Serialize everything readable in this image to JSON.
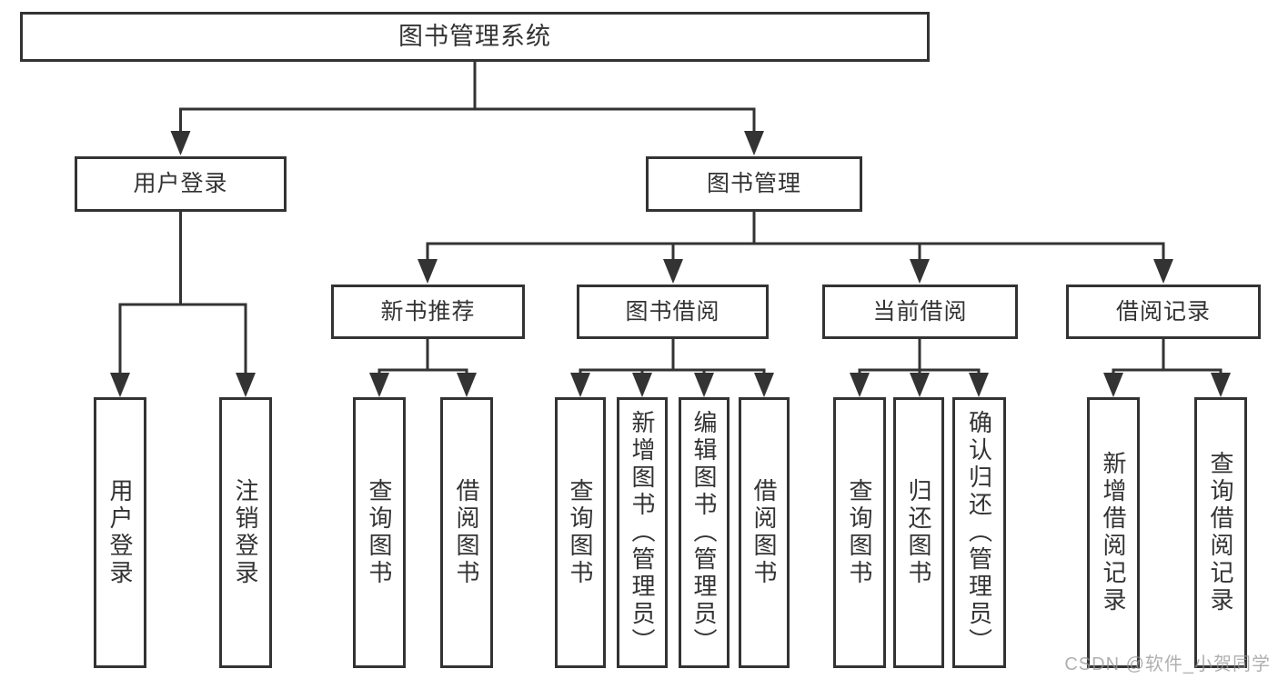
{
  "colors": {
    "line": "#333333",
    "text": "#333333",
    "box_background": "#ffffff",
    "watermark": "#b9b9b9"
  },
  "watermark": "CSDN @软件_小贺同学",
  "tree": {
    "root": {
      "label": "图书管理系统",
      "children": [
        {
          "label": "用户登录",
          "children": [
            {
              "label": "用户登录"
            },
            {
              "label": "注销登录"
            }
          ]
        },
        {
          "label": "图书管理",
          "children": [
            {
              "label": "新书推荐",
              "children": [
                {
                  "label": "查询图书"
                },
                {
                  "label": "借阅图书"
                }
              ]
            },
            {
              "label": "图书借阅",
              "children": [
                {
                  "label": "查询图书"
                },
                {
                  "label": "新增图书（管理员）"
                },
                {
                  "label": "编辑图书（管理员）"
                },
                {
                  "label": "借阅图书"
                }
              ]
            },
            {
              "label": "当前借阅",
              "children": [
                {
                  "label": "查询图书"
                },
                {
                  "label": "归还图书"
                },
                {
                  "label": "确认归还（管理员）"
                }
              ]
            },
            {
              "label": "借阅记录",
              "children": [
                {
                  "label": "新增借阅记录"
                },
                {
                  "label": "查询借阅记录"
                }
              ]
            }
          ]
        }
      ]
    }
  }
}
